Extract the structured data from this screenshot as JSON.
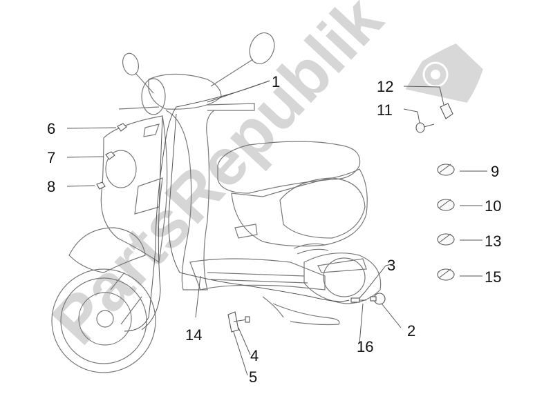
{
  "watermark": {
    "text": "PartsRepublik"
  },
  "callouts": [
    {
      "number": "1"
    },
    {
      "number": "2"
    },
    {
      "number": "3"
    },
    {
      "number": "4"
    },
    {
      "number": "5"
    },
    {
      "number": "6"
    },
    {
      "number": "7"
    },
    {
      "number": "8"
    },
    {
      "number": "9"
    },
    {
      "number": "10"
    },
    {
      "number": "11"
    },
    {
      "number": "12"
    },
    {
      "number": "13"
    },
    {
      "number": "14"
    },
    {
      "number": "15"
    },
    {
      "number": "16"
    }
  ],
  "icons": {
    "watermark_logo": "gear-flag-icon"
  },
  "colors": {
    "line": "#555555",
    "watermark": "#d6d6d6",
    "label": "#111111"
  }
}
